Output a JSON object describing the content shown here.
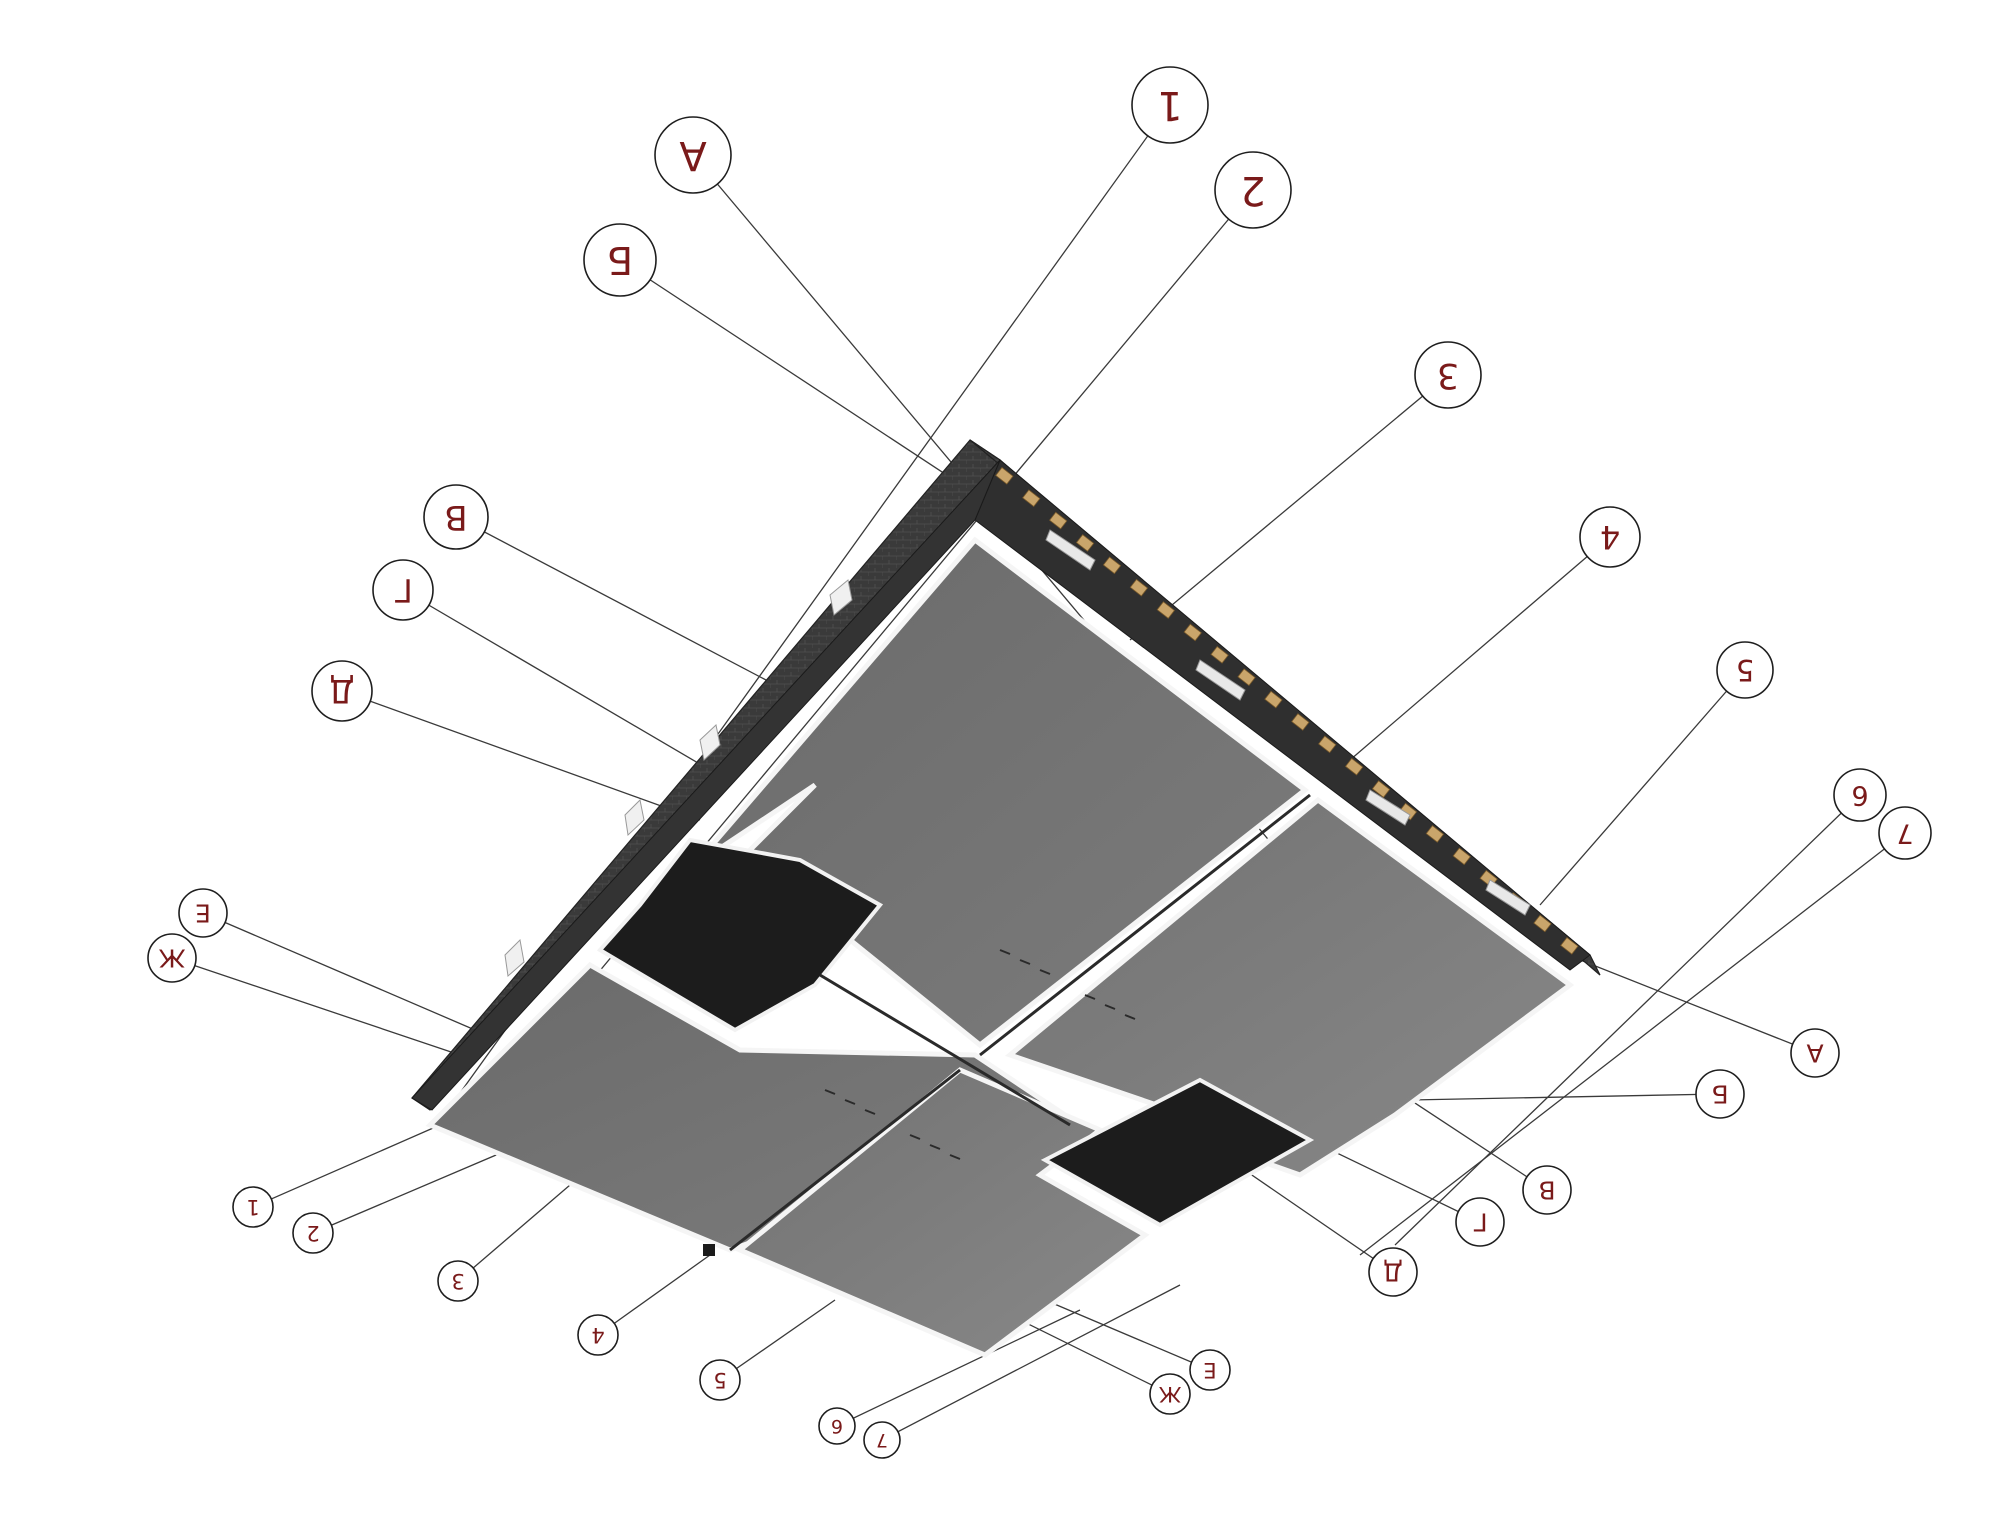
{
  "colors": {
    "label_text": "#7a1a1a",
    "slab": "#6e6e6e",
    "slab_light": "#868686",
    "wall": "#3d3d3d",
    "wall_dark": "#2a2a2a",
    "opening": "#1b1b1b",
    "beam": "#c9a56b",
    "edge": "#f4f4f4"
  },
  "icons": {
    "grid_bubble": "grid-axis-bubble"
  },
  "grid_labels": {
    "top_big": [
      "A",
      "1",
      "2",
      "Б"
    ],
    "top_small": [
      "3",
      "4",
      "5",
      "6",
      "7"
    ],
    "left_side": [
      "В",
      "Г",
      "Д",
      "Е",
      "Ж"
    ],
    "right_side": [
      "А",
      "Б",
      "В",
      "Г",
      "Д",
      "Е",
      "Ж"
    ],
    "bottom_side": [
      "1",
      "2",
      "3",
      "4",
      "5",
      "6",
      "7"
    ]
  }
}
